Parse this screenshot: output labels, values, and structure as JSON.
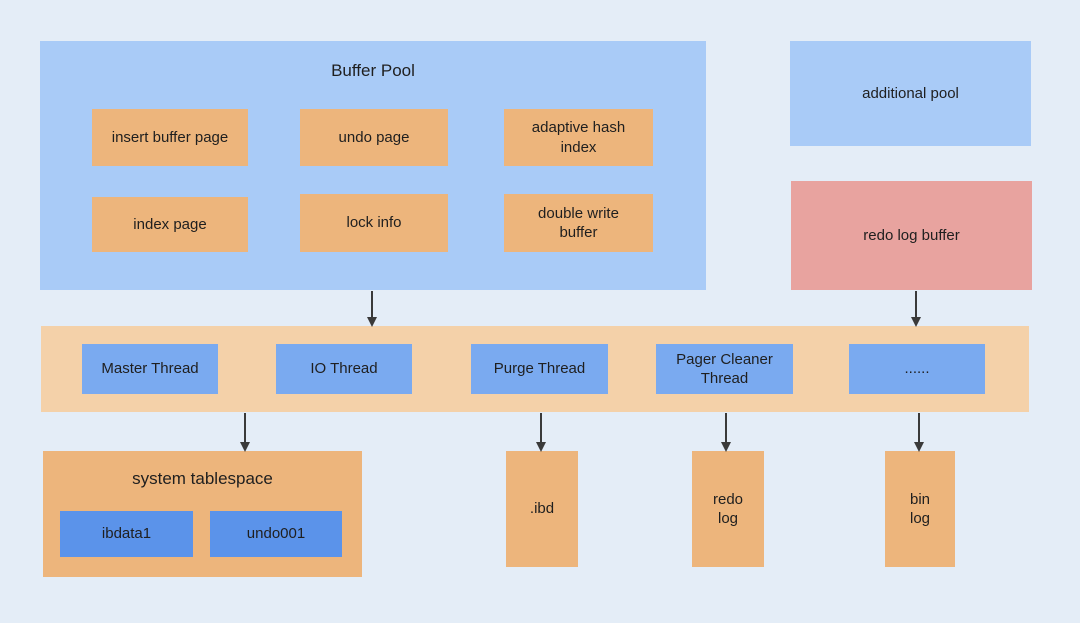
{
  "buffer_pool": {
    "title": "Buffer Pool",
    "items": [
      "insert buffer page",
      "undo page",
      "adaptive hash\nindex",
      "index page",
      "lock info",
      "double write\nbuffer"
    ]
  },
  "additional_pool": "additional pool",
  "redo_log_buffer": "redo log buffer",
  "threads": [
    "Master Thread",
    "IO Thread",
    "Purge Thread",
    "Pager Cleaner\nThread",
    "......"
  ],
  "system_tablespace": {
    "title": "system tablespace",
    "files": [
      "ibdata1",
      "undo001"
    ]
  },
  "files": {
    "ibd": ".ibd",
    "redo_log": "redo\nlog",
    "bin_log": "bin\nlog"
  },
  "colors": {
    "background": "#e4edf7",
    "pool": "#a9cbf7",
    "page_box": "#edb57c",
    "thread_band": "#f4d1a9",
    "thread_box": "#7aaaf0",
    "redo_buffer": "#e8a39f",
    "file_box": "#5b93ea"
  }
}
